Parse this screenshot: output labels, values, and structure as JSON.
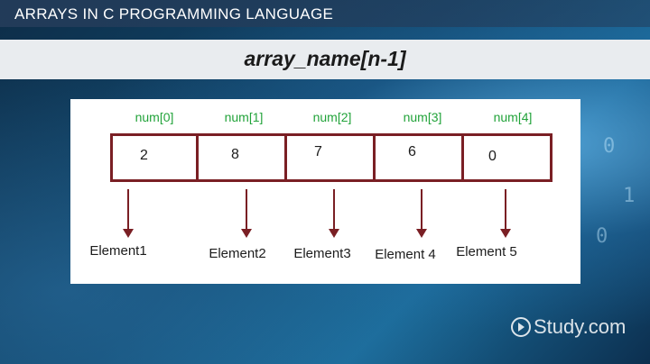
{
  "title_bar": {
    "title": "ARRAYS IN C PROGRAMMING LANGUAGE"
  },
  "formula": {
    "text": "array_name[n-1]"
  },
  "array": {
    "cells": [
      {
        "index_label": "num[0]",
        "value": "2",
        "element_label": "Element1"
      },
      {
        "index_label": "num[1]",
        "value": "8",
        "element_label": "Element2"
      },
      {
        "index_label": "num[2]",
        "value": "7",
        "element_label": "Element3"
      },
      {
        "index_label": "num[3]",
        "value": "6",
        "element_label": "Element 4"
      },
      {
        "index_label": "num[4]",
        "value": "0",
        "element_label": "Element 5"
      }
    ]
  },
  "colors": {
    "index_label": "#22a33a",
    "cell_border": "#7a1f24",
    "arrow": "#7a1f24",
    "panel": "#ffffff",
    "formula_bar": "#e9ecef"
  },
  "logo": {
    "text": "Study.com",
    "icon": "play-circle-icon"
  }
}
